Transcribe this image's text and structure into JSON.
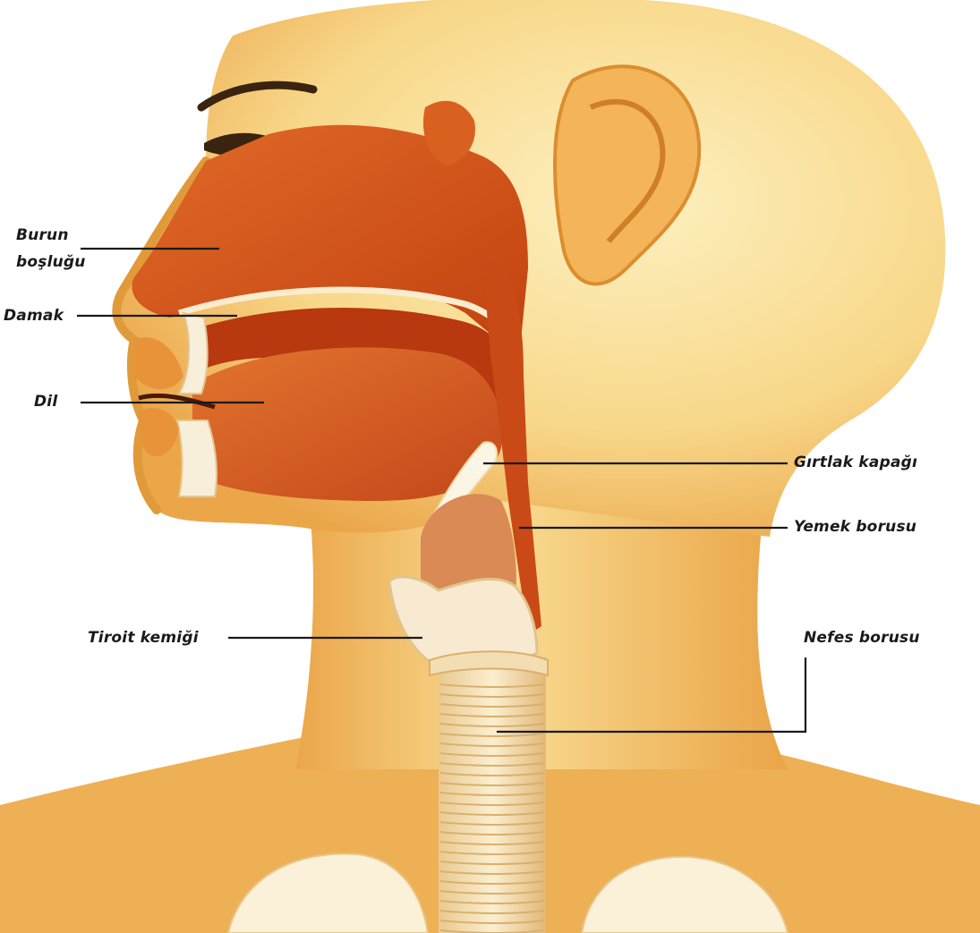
{
  "diagram": {
    "subject": "Head and neck cross-section",
    "labels": {
      "burun_boslugu_line1": "Burun",
      "burun_boslugu_line2": "boşluğu",
      "damak": "Damak",
      "dil": "Dil",
      "girtlak_kapagi": "Gırtlak kapağı",
      "yemek_borusu": "Yemek borusu",
      "tiroit_kemigi": "Tiroit kemiği",
      "nefes_borusu": "Nefes borusu"
    },
    "colors": {
      "skin_light": "#fbe6a8",
      "skin_mid": "#f5c96a",
      "skin_dark": "#e8a13c",
      "cavity": "#d9531c",
      "cavity_dark": "#b8380f",
      "cartilage": "#f7ead0",
      "leader_line": "#1a1a1a"
    }
  }
}
